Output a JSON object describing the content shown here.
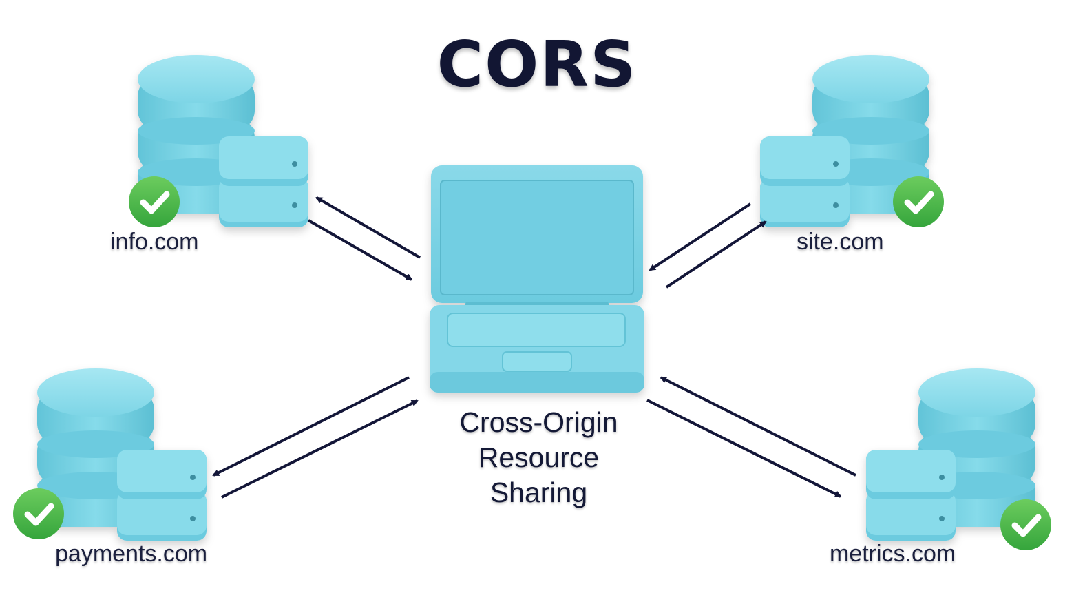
{
  "title": "CORS",
  "caption": {
    "line1": "Cross-Origin",
    "line2": "Resource",
    "line3": "Sharing"
  },
  "servers": {
    "top_left": {
      "label": "info.com",
      "status": "check-icon"
    },
    "top_right": {
      "label": "site.com",
      "status": "check-icon"
    },
    "bottom_left": {
      "label": "payments.com",
      "status": "check-icon"
    },
    "bottom_right": {
      "label": "metrics.com",
      "status": "check-icon"
    }
  },
  "colors": {
    "device": "#7fd6e6",
    "device_dark": "#5fbfd2",
    "arrow": "#131638",
    "check": "#4bb84f",
    "title": "#121633"
  }
}
